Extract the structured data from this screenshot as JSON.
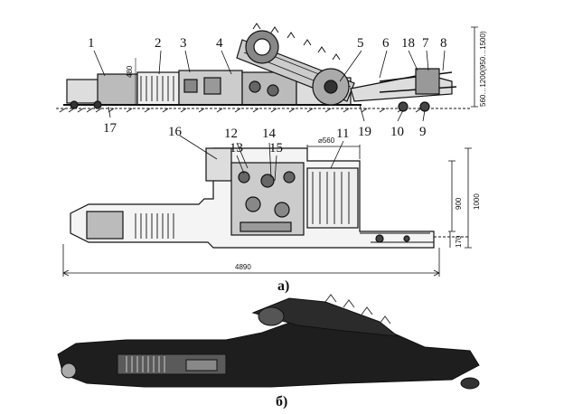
{
  "figure": {
    "labels": [
      "1",
      "2",
      "3",
      "4",
      "5",
      "6",
      "18",
      "7",
      "8",
      "17",
      "19",
      "10",
      "9",
      "16",
      "12",
      "13",
      "14",
      "15",
      "11"
    ],
    "dimensions": {
      "height_top": "480",
      "height_range": "560…1200(950…1500)",
      "drum_diameter": "⌀560",
      "height_900": "900",
      "height_1000": "1000",
      "height_170": "170",
      "overall_length": "4890"
    },
    "captions": {
      "a": "а)",
      "b": "б)"
    }
  }
}
